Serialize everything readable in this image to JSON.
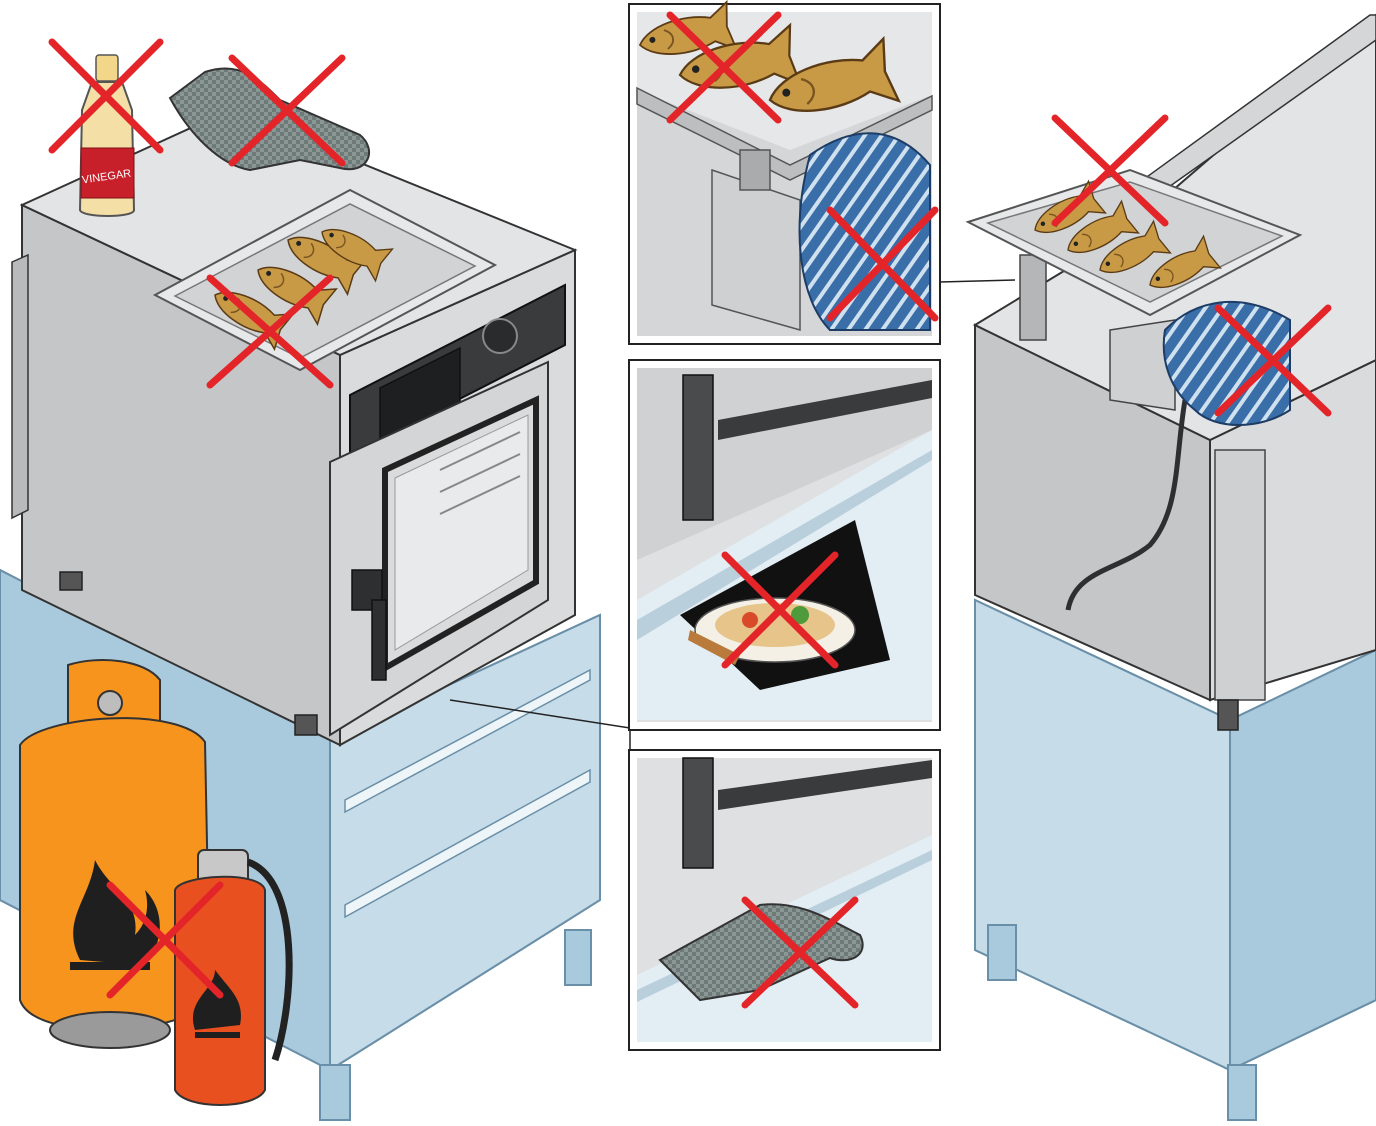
{
  "labels": {
    "bottle_label": "VINEGAR"
  },
  "colors": {
    "prohibited_cross": "#e3252a",
    "stand_blue": "#a9c9dc",
    "stand_blue_light": "#d8e8f1",
    "oven_steel": "#cfd0d2",
    "oven_dark": "#3a3b3d",
    "gas_orange": "#f7941d",
    "extinguisher_red": "#e8501f",
    "towel_blue": "#3a6ea8",
    "fish_gold": "#c89a45"
  },
  "illustration": {
    "left_scene": {
      "prohibited_items": [
        "vinegar-bottle-on-oven-top",
        "oven-mitt-on-oven-top",
        "tray-of-fish-on-oven-top",
        "gas-cylinder-near-oven",
        "flammable-cylinder-near-oven"
      ]
    },
    "detail_panels": [
      "tray-and-towel-on-air-intake",
      "food-plate-under-oven",
      "oven-mitt-under-oven"
    ],
    "right_scene": {
      "prohibited_items": [
        "tray-of-fish-on-unit",
        "towel-on-unit"
      ]
    }
  }
}
